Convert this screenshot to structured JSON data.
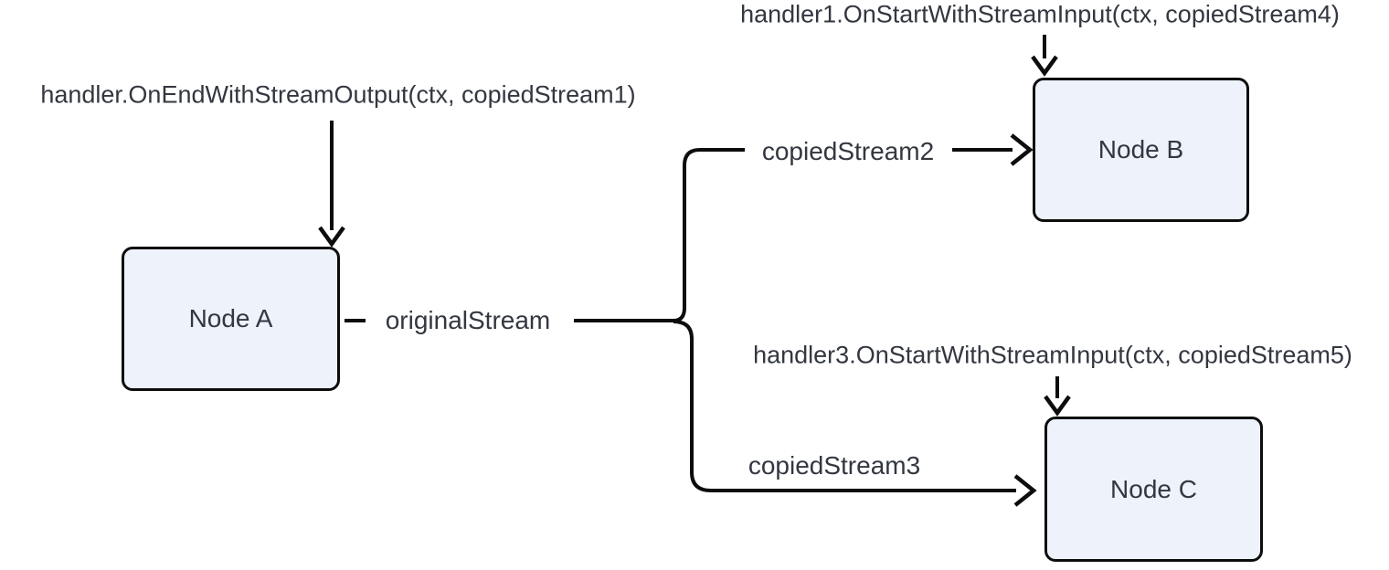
{
  "diagram": {
    "type": "flow-diagram",
    "background_color": "#ffffff",
    "node_fill_color": "#edf2fb",
    "node_border_color": "#0d0d0d",
    "line_color": "#0d0d0d",
    "text_color": "#333740",
    "nodes": [
      {
        "id": "A",
        "label": "Node A"
      },
      {
        "id": "B",
        "label": "Node B"
      },
      {
        "id": "C",
        "label": "Node C"
      }
    ],
    "edges": [
      {
        "from": "Node A",
        "label": "originalStream",
        "to": "branch-point"
      },
      {
        "from": "branch-point",
        "label": "copiedStream2",
        "to": "Node B"
      },
      {
        "from": "branch-point",
        "label": "copiedStream3",
        "to": "Node C"
      }
    ],
    "edge_labels": {
      "original": "originalStream",
      "copied2": "copiedStream2",
      "copied3": "copiedStream3"
    },
    "annotations": {
      "node_a": "handler.OnEndWithStreamOutput(ctx, copiedStream1)",
      "node_b": "handler1.OnStartWithStreamInput(ctx, copiedStream4)",
      "node_c": "handler3.OnStartWithStreamInput(ctx, copiedStream5)"
    }
  }
}
